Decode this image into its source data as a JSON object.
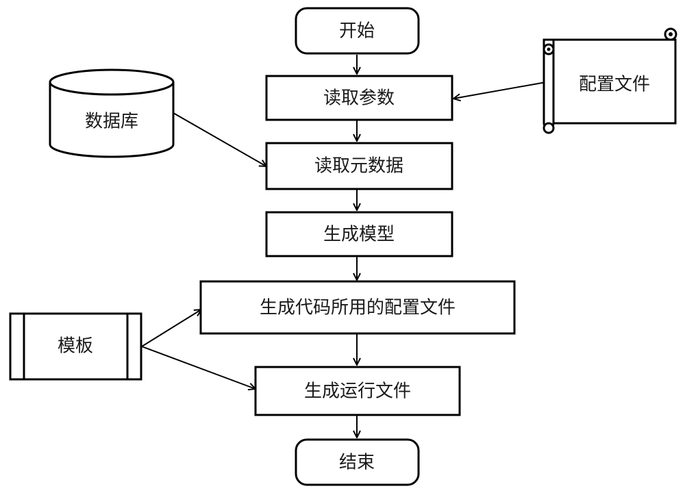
{
  "nodes": {
    "start": {
      "label": "开始"
    },
    "read_params": {
      "label": "读取参数"
    },
    "read_metadata": {
      "label": "读取元数据"
    },
    "gen_model": {
      "label": "生成模型"
    },
    "gen_code_config": {
      "label": "生成代码所用的配置文件"
    },
    "gen_run_files": {
      "label": "生成运行文件"
    },
    "end": {
      "label": "结束"
    },
    "database": {
      "label": "数据库"
    },
    "config_file": {
      "label": "配置文件"
    },
    "template": {
      "label": "模板"
    }
  },
  "edges": [
    {
      "from": "start",
      "to": "read_params"
    },
    {
      "from": "read_params",
      "to": "read_metadata"
    },
    {
      "from": "read_metadata",
      "to": "gen_model"
    },
    {
      "from": "gen_model",
      "to": "gen_code_config"
    },
    {
      "from": "gen_code_config",
      "to": "gen_run_files"
    },
    {
      "from": "gen_run_files",
      "to": "end"
    },
    {
      "from": "config_file",
      "to": "read_params"
    },
    {
      "from": "database",
      "to": "read_metadata"
    },
    {
      "from": "template",
      "to": "gen_code_config"
    },
    {
      "from": "template",
      "to": "gen_run_files"
    }
  ],
  "colors": {
    "stroke": "#000000",
    "fill": "#ffffff",
    "text": "#1a1a1a"
  }
}
